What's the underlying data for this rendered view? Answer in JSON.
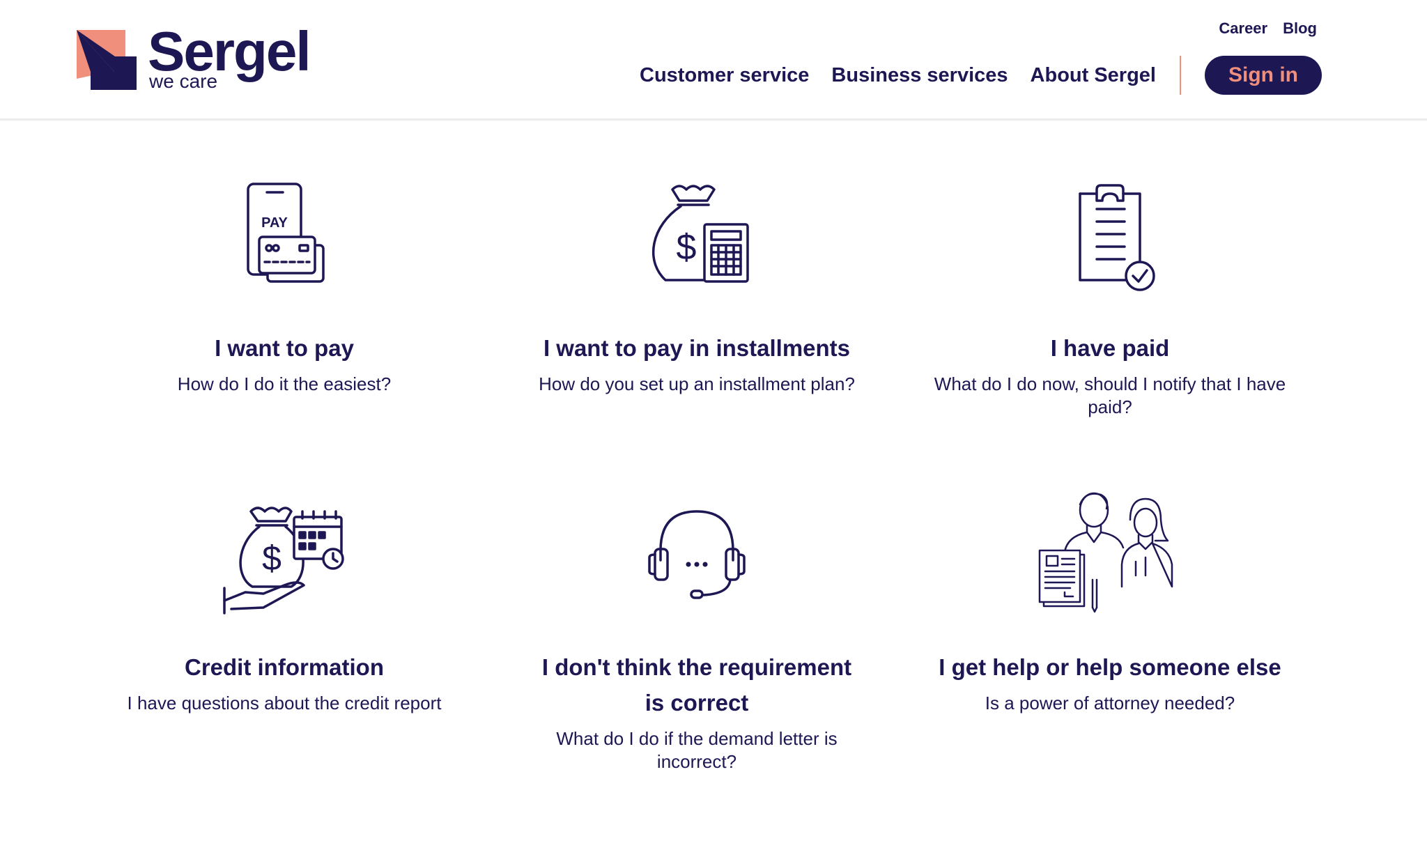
{
  "brand": {
    "name": "Sergel",
    "tagline": "we care",
    "colors": {
      "navy": "#1d1754",
      "coral": "#ef8f7c",
      "white": "#ffffff"
    }
  },
  "header": {
    "top_links": [
      "Career",
      "Blog"
    ],
    "nav": [
      "Customer service",
      "Business services",
      "About Sergel"
    ],
    "signin_label": "Sign in"
  },
  "cards": [
    {
      "icon": "phone-pay-icon",
      "icon_text": "PAY",
      "title": "I want to pay",
      "desc": "How do I do it the easiest?"
    },
    {
      "icon": "money-bag-calculator-icon",
      "icon_text": "$",
      "title": "I want to pay in installments",
      "desc": "How do you set up an installment plan?"
    },
    {
      "icon": "clipboard-check-icon",
      "title": "I have paid",
      "desc": "What do I do now, should I notify that I have paid?"
    },
    {
      "icon": "money-bag-calendar-icon",
      "icon_text": "$",
      "title": "Credit information",
      "desc": "I have questions about the credit report"
    },
    {
      "icon": "headset-icon",
      "title": "I don't think the requirement is correct",
      "desc": "What do I do if the demand letter is incorrect?"
    },
    {
      "icon": "people-documents-icon",
      "title": "I get help or help someone else",
      "desc": "Is a power of attorney needed?"
    }
  ]
}
